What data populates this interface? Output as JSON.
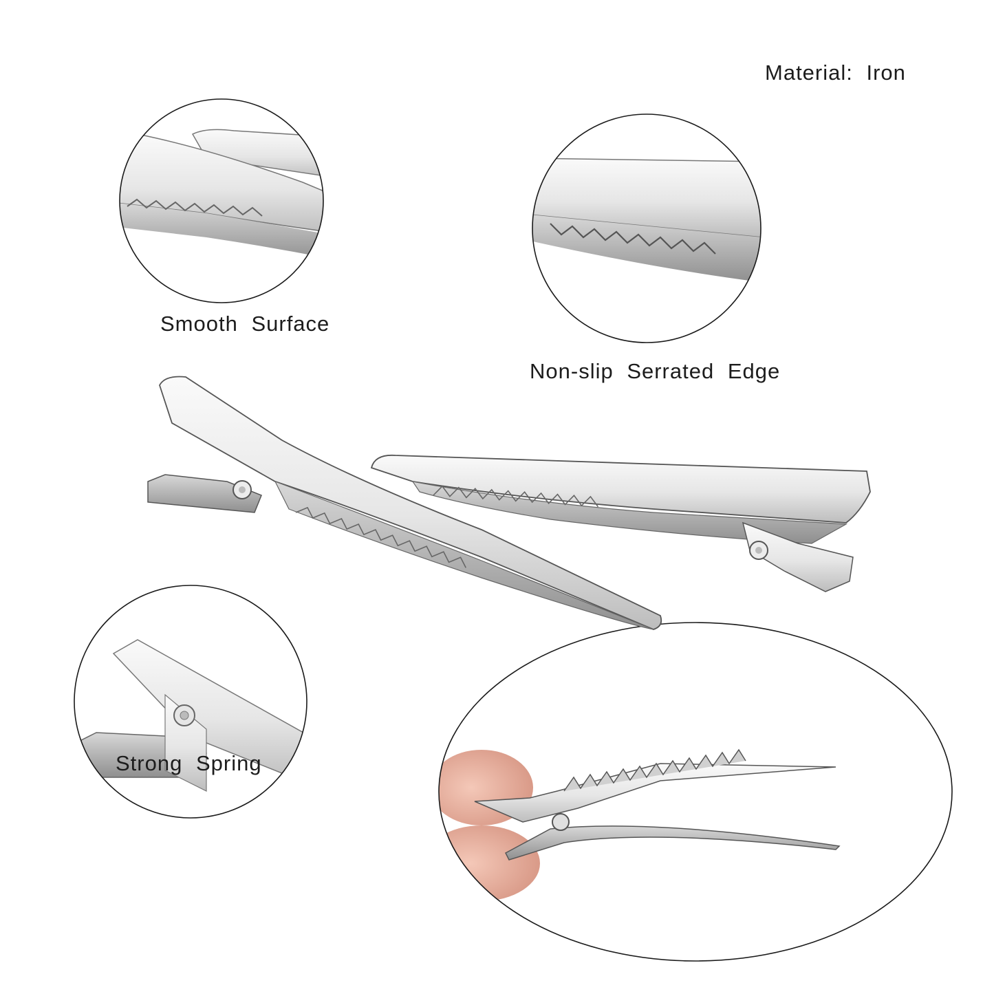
{
  "labels": {
    "material": "Material: Iron",
    "smooth_surface": "Smooth  Surface",
    "serrated_edge": "Non-slip  Serrated  Edge",
    "strong_spring": "Strong  Spring"
  },
  "colors": {
    "background": "#ffffff",
    "metal_light": "#f2f2f2",
    "metal_mid": "#cfcfcf",
    "metal_dark": "#8c8c8c",
    "outline": "#3a3a3a",
    "skin": "#e8b0a0"
  }
}
